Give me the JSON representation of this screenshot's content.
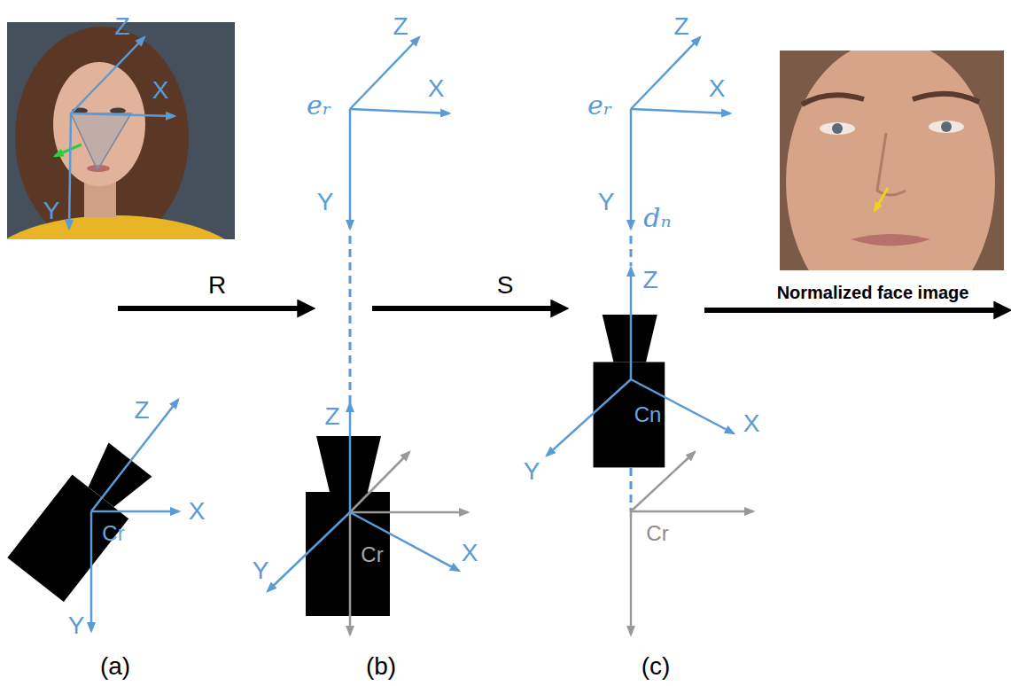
{
  "diagram": {
    "labels": [
      "Z",
      "X",
      "Y",
      "Z",
      "X",
      "eᵣ",
      "Y",
      "Z",
      "X",
      "eᵣ",
      "Y",
      "dₙ",
      "R",
      "S",
      "Normalized face image",
      "Z",
      "X",
      "Cr",
      "Y",
      "Z",
      "Cn",
      "Y",
      "X",
      "Z",
      "Cr",
      "Y",
      "X",
      "Cr",
      "(a)",
      "(b)",
      "(c)"
    ]
  }
}
